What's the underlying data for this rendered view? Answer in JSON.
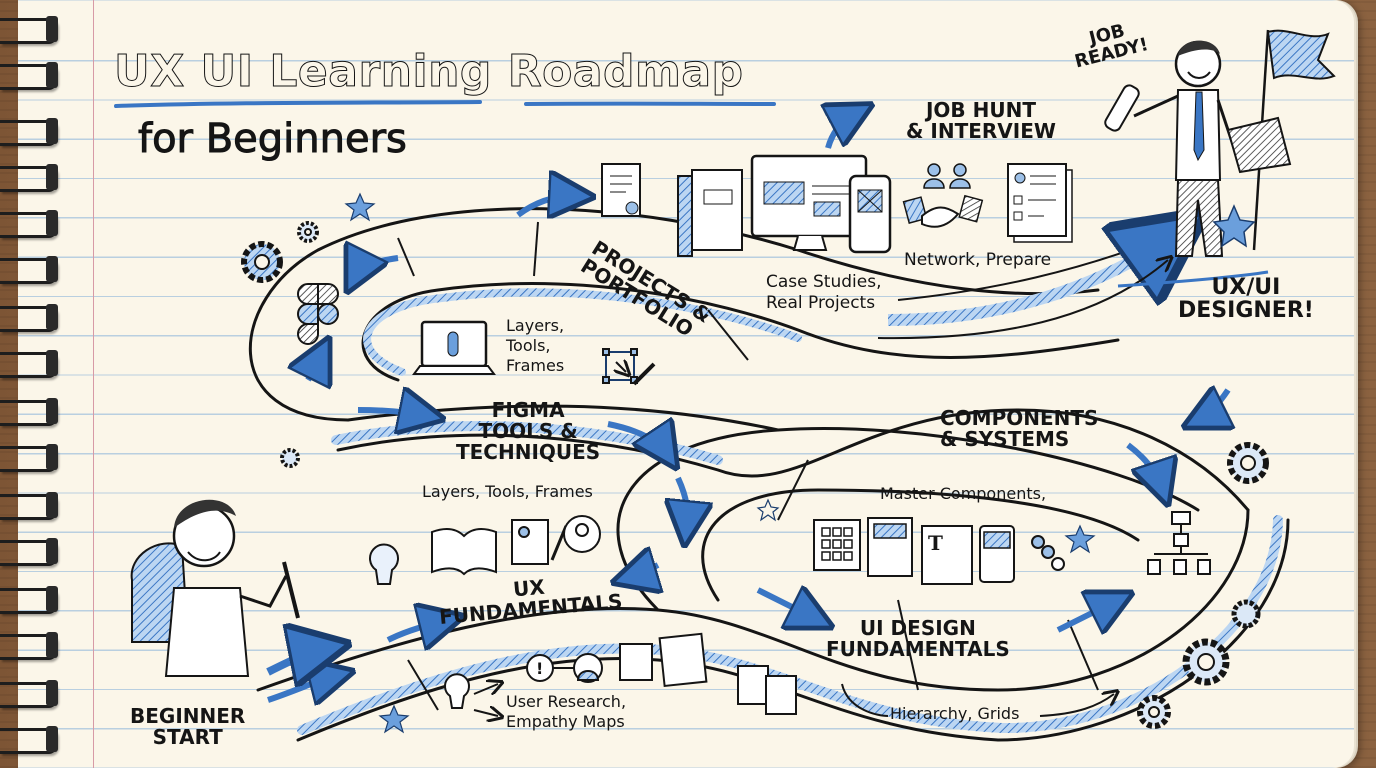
{
  "title": {
    "line1": "UX UI Learning Roadmap",
    "line2": "for Beginners"
  },
  "start": {
    "label_line1": "BEGINNER",
    "label_line2": "START"
  },
  "stages": [
    {
      "id": "ux-fundamentals",
      "title_line1": "UX",
      "title_line2": "FUNDAMENTALS",
      "note_line1": "User Research,",
      "note_line2": "Empathy Maps",
      "icons": [
        "lightbulb-icon",
        "open-book-icon",
        "persona-card-icon",
        "user-circle-icon",
        "alert-icon",
        "user-profile-icon",
        "clipboard-icon",
        "document-icon"
      ]
    },
    {
      "id": "figma-tools",
      "title_line1": "FIGMA",
      "title_line2": "TOOLS &",
      "title_line3": "TECHNIQUES",
      "note": "Layers, Tools, Frames",
      "side_note_line1": "Layers,",
      "side_note_line2": "Tools,",
      "side_note_line3": "Frames",
      "icons": [
        "figma-logo-icon",
        "laptop-figma-icon",
        "frame-select-icon",
        "pen-icon",
        "gear-icon"
      ]
    },
    {
      "id": "projects-portfolio",
      "title_line1": "PROJECTS &",
      "title_line2": "PORTFOLIO",
      "note_line1": "Case Studies,",
      "note_line2": "Real Projects",
      "icons": [
        "certificate-icon",
        "binder-icon",
        "desktop-monitor-icon",
        "mobile-phone-icon"
      ]
    },
    {
      "id": "ui-design",
      "title_line1": "UI DESIGN",
      "title_line2": "FUNDAMENTALS",
      "note": "Hierarchy, Grids",
      "icons": [
        "document-icon",
        "gear-icon"
      ]
    },
    {
      "id": "components-systems",
      "title_line1": "COMPONENTS",
      "title_line2": "& SYSTEMS",
      "note": "Master Components,",
      "icons": [
        "grid-icon",
        "layout-icon",
        "typography-icon",
        "mobile-ui-icon",
        "shapes-icon",
        "star-icon",
        "flowchart-icon"
      ]
    },
    {
      "id": "job-hunt",
      "title_line1": "JOB HUNT",
      "title_line2": "& INTERVIEW",
      "note": "Network, Prepare",
      "icons": [
        "users-icon",
        "handshake-icon",
        "resume-icon"
      ]
    }
  ],
  "finish": {
    "badge_line1": "JOB",
    "badge_line2": "READY!",
    "label_line1": "UX/UI",
    "label_line2": "DESIGNER!"
  },
  "colors": {
    "paper": "#fbf6e9",
    "ink": "#151515",
    "accent_blue": "#3a76c4",
    "light_blue": "#9cc0e8",
    "rule_line": "#b9cfe0",
    "margin_line": "#d79aa6",
    "wood": "#8b6240"
  }
}
